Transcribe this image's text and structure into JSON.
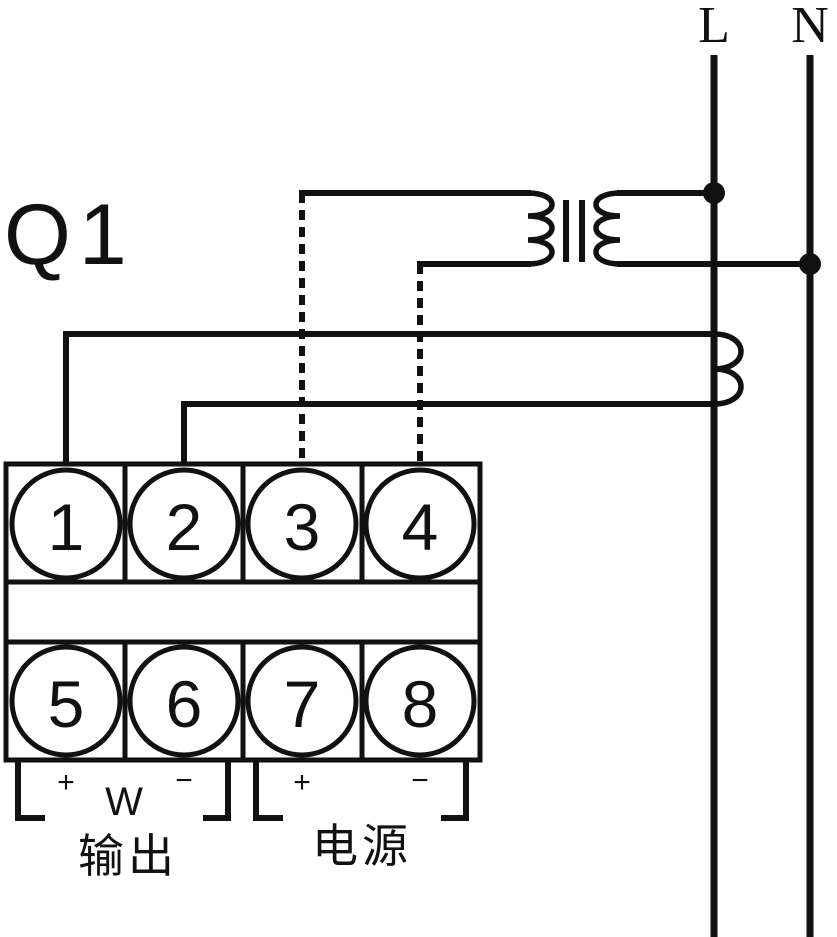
{
  "device_label": "Q1",
  "bus_labels": {
    "line": "L",
    "neutral": "N"
  },
  "terminals": {
    "top": [
      "1",
      "2",
      "3",
      "4"
    ],
    "bottom": [
      "5",
      "6",
      "7",
      "8"
    ]
  },
  "output_group": {
    "plus": "+",
    "unit": "W",
    "minus": "−",
    "label": "输出"
  },
  "power_group": {
    "plus": "+",
    "minus": "−",
    "label": "电源"
  }
}
